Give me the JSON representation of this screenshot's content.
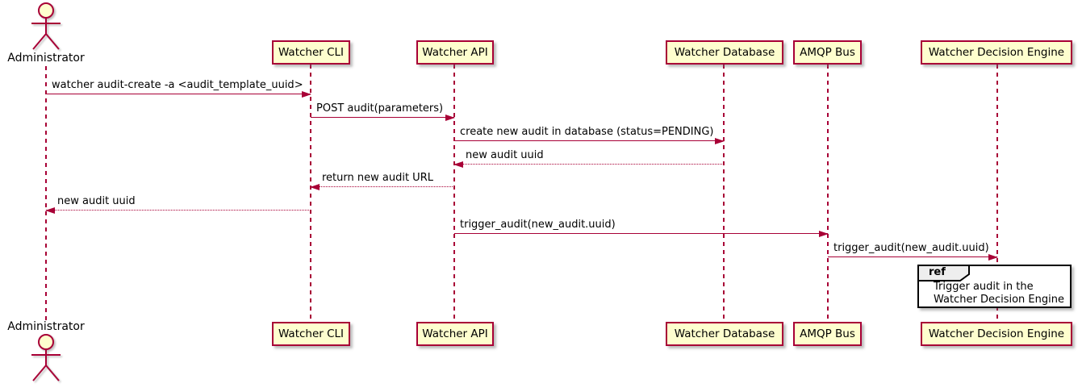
{
  "diagram": {
    "kind": "sequence-diagram",
    "background": "#FFFFFF",
    "colors": {
      "participant_fill": "#FEFECE",
      "participant_border": "#A80036",
      "arrow": "#A80036",
      "lifeline": "#A80036",
      "ref_border": "#000000",
      "ref_tab_fill": "#EEEEEE",
      "text": "#000000"
    },
    "actor": {
      "name": "Administrator"
    },
    "participants": [
      {
        "label": "Watcher CLI"
      },
      {
        "label": "Watcher API"
      },
      {
        "label": "Watcher Database"
      },
      {
        "label": "AMQP Bus"
      },
      {
        "label": "Watcher Decision Engine"
      }
    ],
    "messages": [
      {
        "from": "Administrator",
        "to": "Watcher CLI",
        "label": "watcher audit-create -a <audit_template_uuid>",
        "line": "solid",
        "direction": "right"
      },
      {
        "from": "Watcher CLI",
        "to": "Watcher API",
        "label": "POST audit(parameters)",
        "line": "solid",
        "direction": "right"
      },
      {
        "from": "Watcher API",
        "to": "Watcher Database",
        "label": "create new audit in database (status=PENDING)",
        "line": "solid",
        "direction": "right"
      },
      {
        "from": "Watcher Database",
        "to": "Watcher API",
        "label": "new audit uuid",
        "line": "dotted",
        "direction": "left"
      },
      {
        "from": "Watcher API",
        "to": "Watcher CLI",
        "label": "return new audit URL",
        "line": "dotted",
        "direction": "left"
      },
      {
        "from": "Watcher CLI",
        "to": "Administrator",
        "label": "new audit uuid",
        "line": "dotted",
        "direction": "left"
      },
      {
        "from": "Watcher API",
        "to": "AMQP Bus",
        "label": "trigger_audit(new_audit.uuid)",
        "line": "solid",
        "direction": "right"
      },
      {
        "from": "AMQP Bus",
        "to": "Watcher Decision Engine",
        "label": "trigger_audit(new_audit.uuid)",
        "line": "solid",
        "direction": "right"
      }
    ],
    "ref": {
      "keyword": "ref",
      "over": "Watcher Decision Engine",
      "line1": "Trigger audit in the",
      "line2": "Watcher Decision Engine"
    }
  }
}
